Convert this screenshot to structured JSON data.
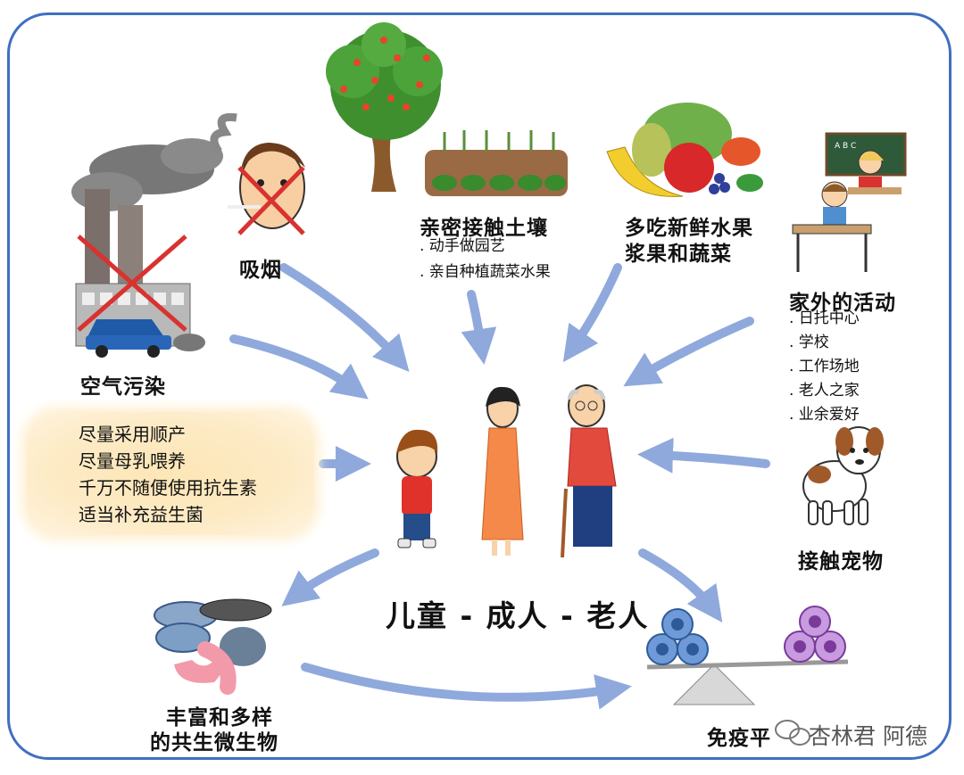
{
  "labels": {
    "smoking": "吸烟",
    "air_pollution": "空气污染",
    "soil_title": "亲密接触土壤",
    "soil_items": [
      ". 动手做园艺",
      ". 亲自种植蔬菜水果"
    ],
    "fruit_line1": "多吃新鲜水果",
    "fruit_line2": "浆果和蔬菜",
    "outside_title": "家外的活动",
    "outside_items": [
      ". 日托中心",
      ". 学校",
      ". 工作场地",
      ". 老人之家",
      ". 业余爱好"
    ],
    "pets": "接触宠物",
    "microbes_line1": "丰富和多样",
    "microbes_line2": "的共生微生物",
    "immune": "免疫平"
  },
  "advice_box": [
    "尽量采用顺产",
    "尽量母乳喂养",
    "千万不随便使用抗生素",
    "适当补充益生菌"
  ],
  "center_title": "儿童 - 成人 - 老人",
  "watermark": "杏林君 阿德",
  "colors": {
    "frame": "#3f6fc0",
    "arrow": "#8fa9dc",
    "cross": "#d9322f"
  },
  "icons": [
    "factory-icon",
    "smoking-face-icon",
    "tree-icon",
    "garden-icon",
    "fruit-basket-icon",
    "classroom-icon",
    "dog-icon",
    "child-icon",
    "adult-woman-icon",
    "elderly-man-icon",
    "microbes-icon",
    "immune-balance-icon",
    "wechat-icon"
  ]
}
